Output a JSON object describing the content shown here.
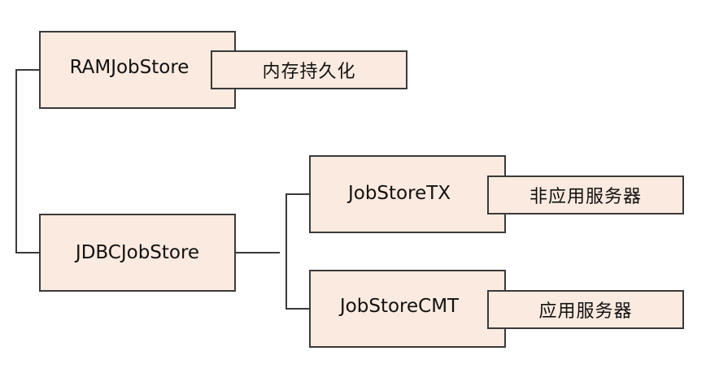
{
  "diagram": {
    "nodes": {
      "ram": {
        "label": "RAMJobStore",
        "tag": "内存持久化"
      },
      "jdbc": {
        "label": "JDBCJobStore"
      },
      "tx": {
        "label": "JobStoreTX",
        "tag": "非应用服务器"
      },
      "cmt": {
        "label": "JobStoreCMT",
        "tag": "应用服务器"
      }
    },
    "colors": {
      "box_fill": "#fbeadf",
      "box_border": "#3a3a3a",
      "connector": "#3a3a3a",
      "text": "#111111"
    }
  }
}
